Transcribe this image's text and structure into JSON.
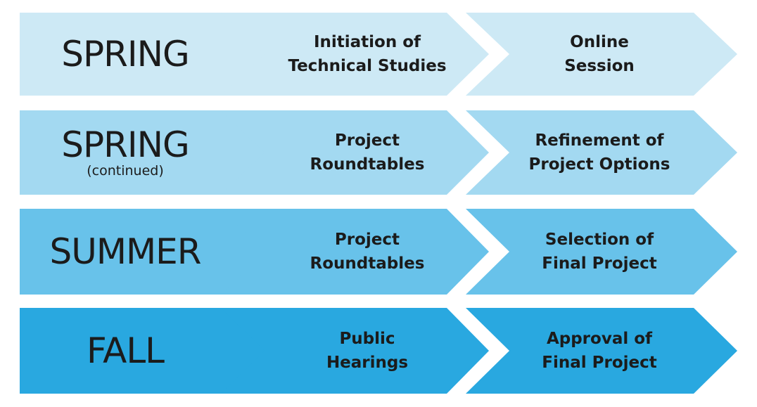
{
  "colors": {
    "row_fills": [
      "#cde9f5",
      "#a3d9f1",
      "#68c2ea",
      "#29a8e0"
    ]
  },
  "rows": [
    {
      "season": "SPRING",
      "season_sub": "",
      "steps": [
        "Initiation of\nTechnical Studies",
        "Online\nSession"
      ]
    },
    {
      "season": "SPRING",
      "season_sub": "(continued)",
      "steps": [
        "Project\nRoundtables",
        "Refinement of\nProject Options"
      ]
    },
    {
      "season": "SUMMER",
      "season_sub": "",
      "steps": [
        "Project\nRoundtables",
        "Selection of\nFinal Project"
      ]
    },
    {
      "season": "FALL",
      "season_sub": "",
      "steps": [
        "Public\nHearings",
        "Approval of\nFinal Project"
      ]
    }
  ]
}
